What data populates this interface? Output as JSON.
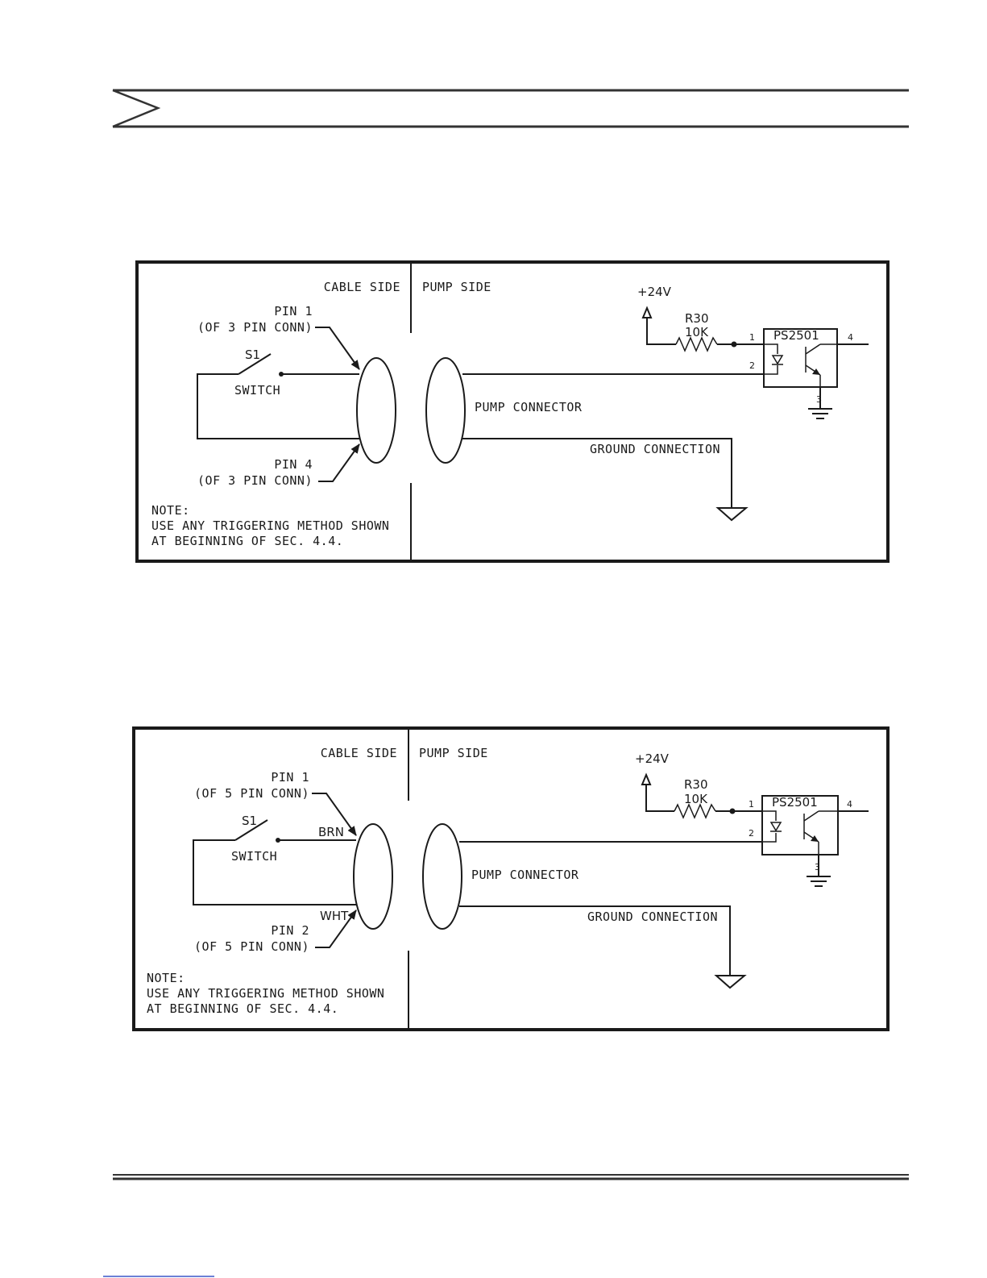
{
  "diagrams": [
    {
      "cable_side": "CABLE SIDE",
      "pump_side": "PUMP SIDE",
      "pin_top_1": "PIN 1",
      "pin_top_2": "(OF 3 PIN CONN)",
      "pin_bottom_1": "PIN 4",
      "pin_bottom_2": "(OF 3 PIN CONN)",
      "switch_ref": "S1",
      "switch_label": "SWITCH",
      "wire_top": "",
      "wire_bottom": "",
      "supply": "+24V",
      "resistor_ref": "R30",
      "resistor_value": "10K",
      "opto_ref": "PS2501",
      "opto_pins": [
        "1",
        "2",
        "3",
        "4"
      ],
      "pump_connector": "PUMP CONNECTOR",
      "ground_connection": "GROUND CONNECTION",
      "note": [
        "NOTE:",
        "USE ANY TRIGGERING METHOD SHOWN",
        "AT BEGINNING OF SEC. 4.4."
      ]
    },
    {
      "cable_side": "CABLE SIDE",
      "pump_side": "PUMP SIDE",
      "pin_top_1": "PIN 1",
      "pin_top_2": "(OF 5 PIN CONN)",
      "pin_bottom_1": "PIN 2",
      "pin_bottom_2": "(OF 5 PIN CONN)",
      "switch_ref": "S1",
      "switch_label": "SWITCH",
      "wire_top": "BRN",
      "wire_bottom": "WHT",
      "supply": "+24V",
      "resistor_ref": "R30",
      "resistor_value": "10K",
      "opto_ref": "PS2501",
      "opto_pins": [
        "1",
        "2",
        "3",
        "4"
      ],
      "pump_connector": "PUMP CONNECTOR",
      "ground_connection": "GROUND CONNECTION",
      "note": [
        "NOTE:",
        "USE ANY TRIGGERING METHOD SHOWN",
        "AT BEGINNING OF SEC. 4.4."
      ]
    }
  ]
}
